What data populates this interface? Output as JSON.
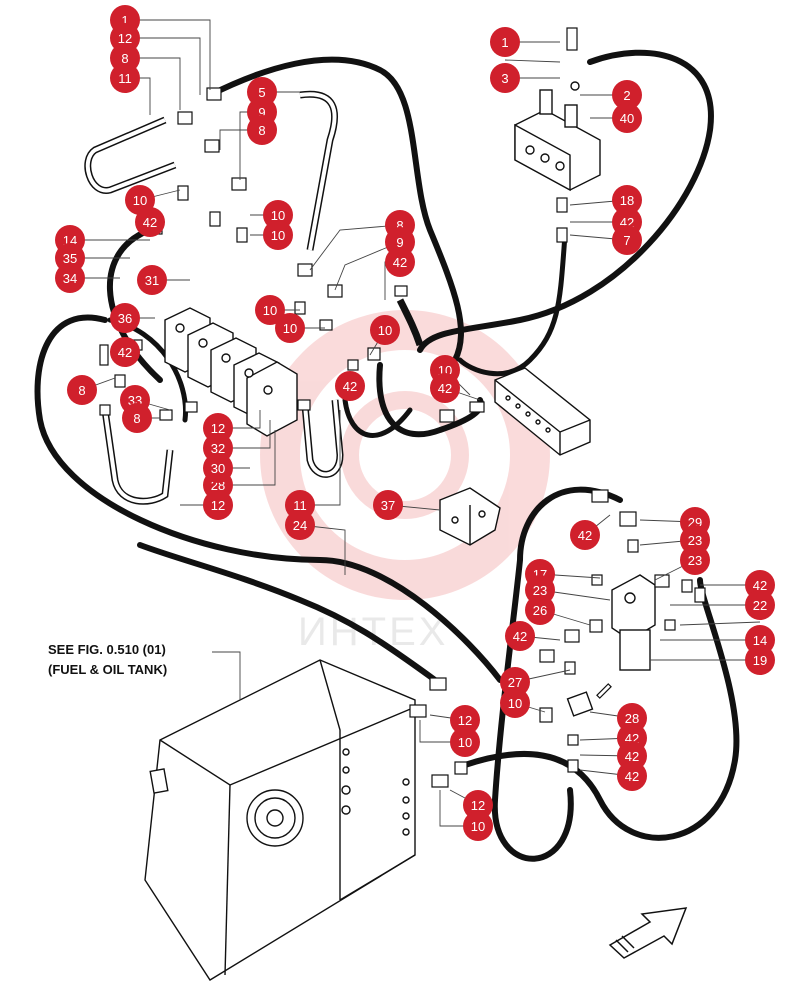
{
  "reference": {
    "line1": "SEE FIG. 0.510 (01)",
    "line2": "(FUEL & OIL TANK)"
  },
  "watermark": {
    "text": "ИНТЕХ",
    "color": "#e23a3a"
  },
  "colors": {
    "callout_fill": "#d0202c",
    "callout_text": "#ffffff",
    "line": "#111111"
  },
  "direction_arrow_icon": "outlined-arrow-up-right",
  "callouts": [
    "1",
    "12",
    "8",
    "11",
    "5",
    "9",
    "8",
    "10",
    "42",
    "10",
    "10",
    "8",
    "9",
    "42",
    "14",
    "35",
    "34",
    "31",
    "36",
    "10",
    "10",
    "42",
    "10",
    "8",
    "33",
    "8",
    "42",
    "12",
    "32",
    "28",
    "12",
    "11",
    "24",
    "37",
    "10",
    "42",
    "1",
    "3",
    "2",
    "40",
    "18",
    "42",
    "7",
    "29",
    "42",
    "23",
    "23",
    "17",
    "23",
    "26",
    "42",
    "42",
    "22",
    "14",
    "19",
    "27",
    "10",
    "28",
    "42",
    "12",
    "10",
    "42",
    "12",
    "10",
    "42",
    "30"
  ]
}
